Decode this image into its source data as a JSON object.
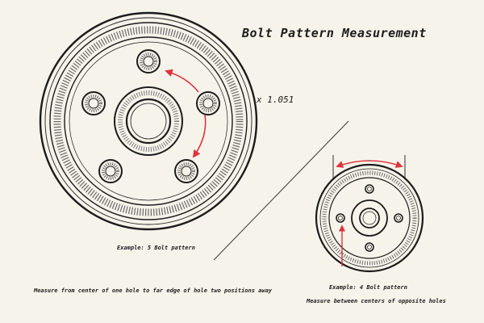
{
  "title": "Bolt Pattern Measurement",
  "multiplier_note": "x 1.051",
  "five_bolt": {
    "caption": "Example: 5 Bolt pattern",
    "instruction": "Measure from center of one hole to far edge of hole two positions away",
    "bolt_count": 5
  },
  "four_bolt": {
    "caption": "Example: 4 Bolt pattern",
    "instruction": "Measure between centers of opposite holes",
    "bolt_count": 4
  },
  "colors": {
    "ink": "#1c1c1c",
    "arrow": "#e0333c",
    "paper": "#f6f3ea"
  }
}
